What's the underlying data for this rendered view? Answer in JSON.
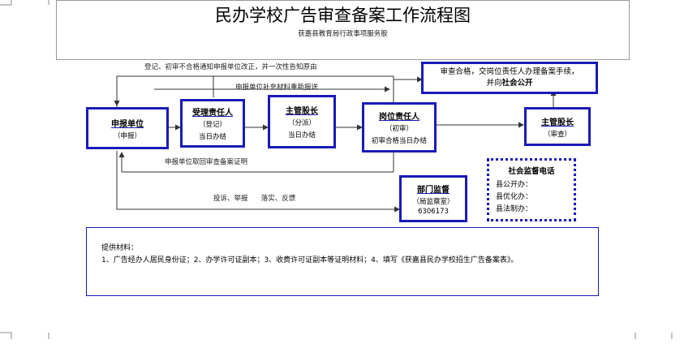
{
  "header": {
    "title": "民办学校广告审查备案工作流程图",
    "subtitle": "获嘉县教育局行政事项服务股"
  },
  "boxes": {
    "applicant": {
      "title": "申报单位",
      "sub": "（申报）"
    },
    "acceptor": {
      "title": "受理责任人",
      "sub": "（登记）",
      "note": "当日办结"
    },
    "chief1": {
      "title": "主管股长",
      "sub": "（分派）",
      "note": "当日办结"
    },
    "post": {
      "title": "岗位责任人",
      "sub": "（初审）",
      "note": "初审合格当日办结"
    },
    "chief2": {
      "title": "主管股长",
      "sub": "（审查）"
    },
    "supervision": {
      "title": "部门监督",
      "sub": "（局监察室）",
      "phone": "6306173"
    },
    "public_box": {
      "line1": "审查合格，交岗位责任人办理备案手续，",
      "line2_pre": "并向",
      "line2_bold": "社会公开"
    }
  },
  "flow_labels": {
    "reject_notice": "登记、初审不合格通知申报单位改正，并一次性告知原由",
    "resubmit": "申报单位补充材料重新报送",
    "collect_cert": "申报单位取回审查备案证明",
    "complaint": "投诉、举报      落实、反馈"
  },
  "social_supervision": {
    "title": "社会监督电话",
    "lines": [
      "县公开办：",
      "县优化办：",
      "县法制办："
    ]
  },
  "materials": {
    "heading": "提供材料：",
    "text": "1、广告经办人居民身份证；2、办学许可证副本；3、收费许可证副本等证明材料；4、填写《获嘉县民办学校招生广告备案表》。"
  }
}
